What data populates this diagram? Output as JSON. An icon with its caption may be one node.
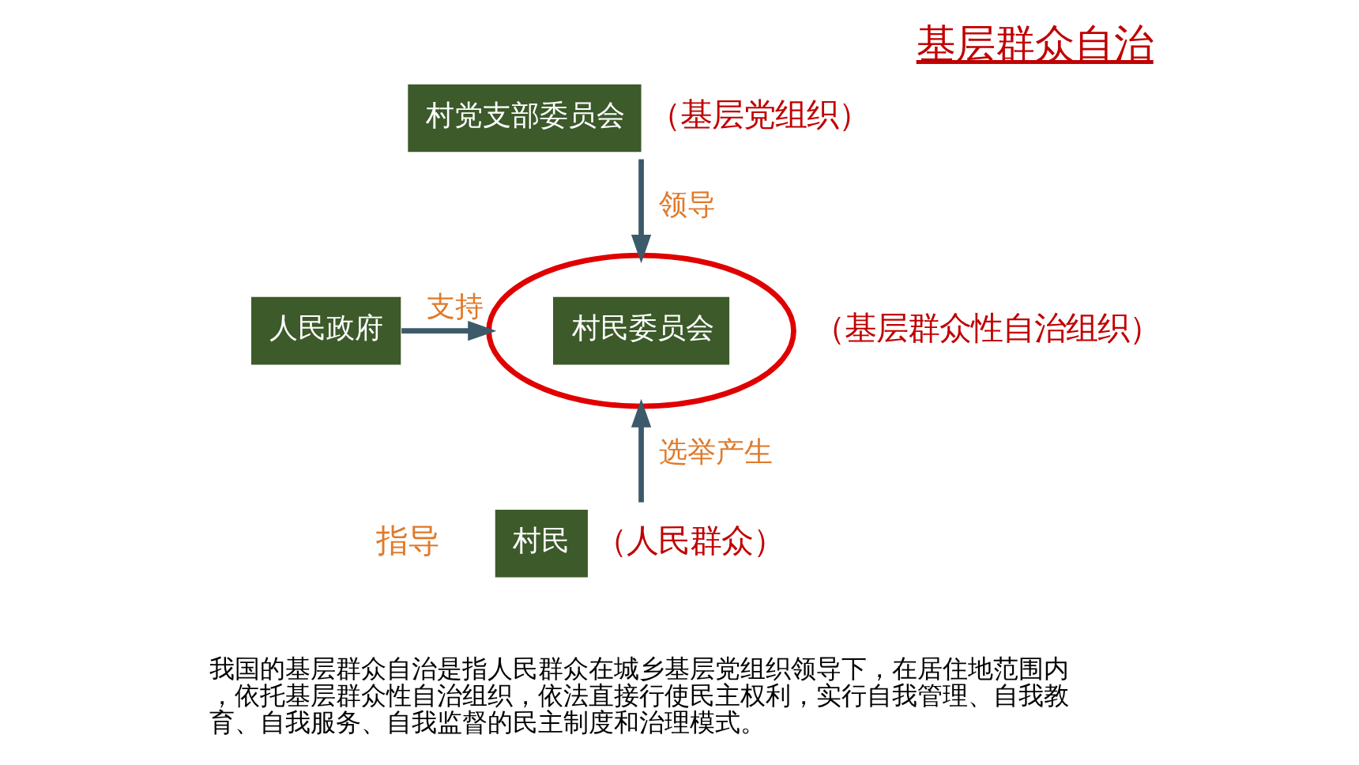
{
  "diagram": {
    "title": "基层群众自治",
    "nodes": [
      {
        "text": [
          "村党支部委员会"
        ],
        "beside": [
          "（基层党组织）"
        ]
      },
      {
        "text": [
          "人民政府"
        ]
      },
      {
        "text": [
          "村民委员会"
        ],
        "beside": [
          "（基层群众性自治组织）"
        ]
      },
      {
        "text": [
          "村民"
        ],
        "beside": [
          "（人民群众）"
        ]
      }
    ],
    "edges": [
      {
        "from": 0,
        "to": 2,
        "arrow": "to",
        "label": "领导"
      },
      {
        "from": 1,
        "to": 2,
        "arrow": "to",
        "label": "支持"
      },
      {
        "from": 3,
        "to": 2,
        "arrow": "to",
        "label": "选举产生"
      }
    ],
    "labels": [
      "指导",
      "我国的基层群众自治是指人民群众在城乡基层党组织领导下，在居住地范围内，依托基层群众性自治组织，依法直接行使民主权利，实行自我管理、自我教育、自我服务、自我监督的民主制度和治理模式。"
    ]
  }
}
